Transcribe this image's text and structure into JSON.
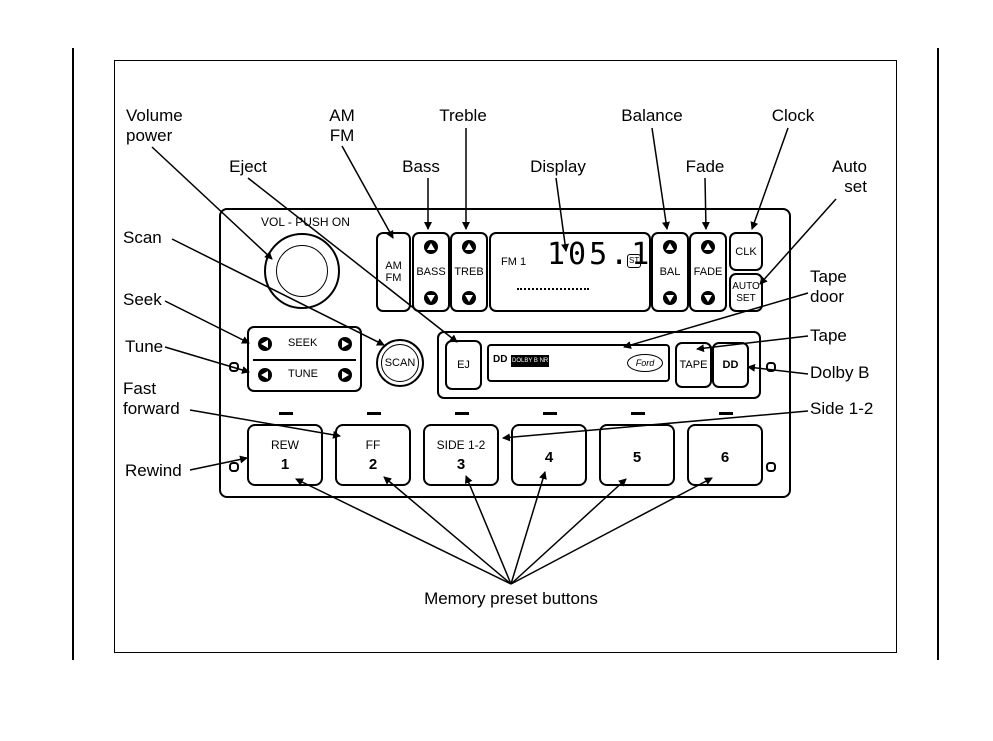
{
  "labels": {
    "volume": "Volume\npower",
    "am_fm": "AM\nFM",
    "treble": "Treble",
    "balance": "Balance",
    "clock": "Clock",
    "eject": "Eject",
    "bass": "Bass",
    "display": "Display",
    "fade": "Fade",
    "auto_set": "Auto\nset",
    "scan": "Scan",
    "seek": "Seek",
    "tune": "Tune",
    "fast_forward": "Fast\nforward",
    "rewind": "Rewind",
    "tape_door": "Tape\ndoor",
    "tape": "Tape",
    "dolby_b": "Dolby B",
    "side_1_2": "Side 1-2",
    "memory_preset": "Memory preset buttons"
  },
  "radio": {
    "vol_label": "VOL - PUSH ON",
    "am": "AM",
    "fm": "FM",
    "bass": "BASS",
    "treb": "TREB",
    "bal": "BAL",
    "fade": "FADE",
    "clk": "CLK",
    "auto": "AUTO",
    "set": "SET",
    "seek": "SEEK",
    "tune": "TUNE",
    "scan": "SCAN",
    "ej": "EJ",
    "tape": "TAPE",
    "dolby_tag": "DOLBY B NR",
    "dolby_symbol": "DD",
    "ford": "Ford",
    "display": {
      "band": "FM 1",
      "freq": "105.1",
      "stereo": "ST"
    }
  },
  "presets": [
    {
      "label": "REW",
      "num": "1"
    },
    {
      "label": "FF",
      "num": "2"
    },
    {
      "label": "SIDE 1-2",
      "num": "3"
    },
    {
      "label": "",
      "num": "4"
    },
    {
      "label": "",
      "num": "5"
    },
    {
      "label": "",
      "num": "6"
    }
  ]
}
